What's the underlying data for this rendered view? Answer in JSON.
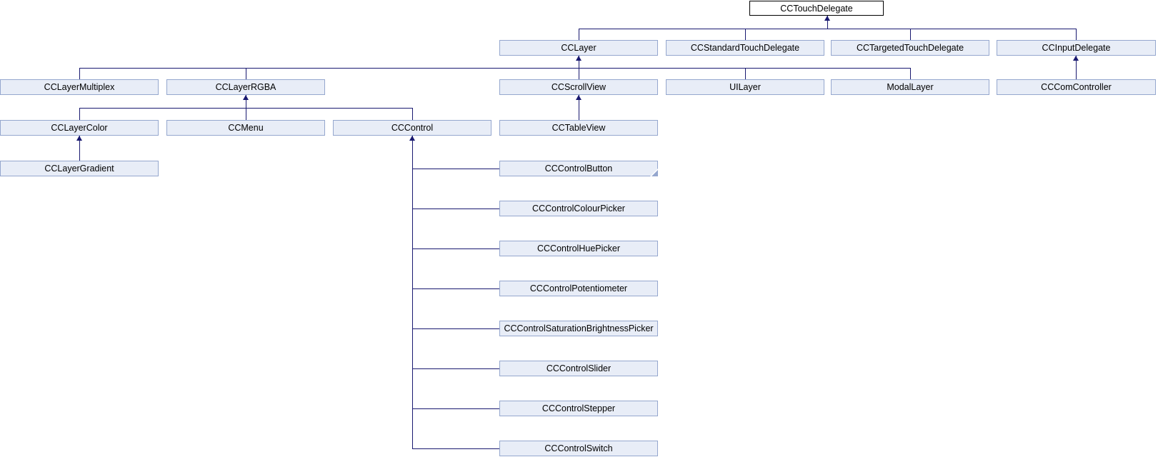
{
  "diagram": {
    "kind": "class-inheritance-graph",
    "colors": {
      "background": "#FFFFFF",
      "node_fill": "#E8EDF7",
      "node_border": "#95A7CE",
      "root_node_fill": "#FFFFFF",
      "root_node_border": "#000000",
      "edge": "#191970",
      "text": "#000000"
    },
    "nodes": {
      "ccTouchDelegate": {
        "label": "CCTouchDelegate"
      },
      "ccLayer": {
        "label": "CCLayer"
      },
      "ccStandardTouchDelegate": {
        "label": "CCStandardTouchDelegate"
      },
      "ccTargetedTouchDelegate": {
        "label": "CCTargetedTouchDelegate"
      },
      "ccInputDelegate": {
        "label": "CCInputDelegate"
      },
      "ccLayerMultiplex": {
        "label": "CCLayerMultiplex"
      },
      "ccLayerRGBA": {
        "label": "CCLayerRGBA"
      },
      "ccScrollView": {
        "label": "CCScrollView"
      },
      "uiLayer": {
        "label": "UILayer"
      },
      "modalLayer": {
        "label": "ModalLayer"
      },
      "ccComController": {
        "label": "CCComController"
      },
      "ccLayerColor": {
        "label": "CCLayerColor"
      },
      "ccMenu": {
        "label": "CCMenu"
      },
      "ccControl": {
        "label": "CCControl"
      },
      "ccTableView": {
        "label": "CCTableView"
      },
      "ccLayerGradient": {
        "label": "CCLayerGradient"
      },
      "ccControlButton": {
        "label": "CCControlButton",
        "truncated": true
      },
      "ccControlColourPicker": {
        "label": "CCControlColourPicker"
      },
      "ccControlHuePicker": {
        "label": "CCControlHuePicker"
      },
      "ccControlPotentiometer": {
        "label": "CCControlPotentiometer"
      },
      "ccControlSaturationBrightnessPicker": {
        "label": "CCControlSaturationBrightnessPicker"
      },
      "ccControlSlider": {
        "label": "CCControlSlider"
      },
      "ccControlStepper": {
        "label": "CCControlStepper"
      },
      "ccControlSwitch": {
        "label": "CCControlSwitch"
      }
    },
    "edges": [
      {
        "child": "CCLayer",
        "parent": "CCTouchDelegate"
      },
      {
        "child": "CCStandardTouchDelegate",
        "parent": "CCTouchDelegate"
      },
      {
        "child": "CCTargetedTouchDelegate",
        "parent": "CCTouchDelegate"
      },
      {
        "child": "CCInputDelegate",
        "parent": "CCTouchDelegate"
      },
      {
        "child": "CCLayerMultiplex",
        "parent": "CCLayer"
      },
      {
        "child": "CCLayerRGBA",
        "parent": "CCLayer"
      },
      {
        "child": "CCScrollView",
        "parent": "CCLayer"
      },
      {
        "child": "UILayer",
        "parent": "CCLayer"
      },
      {
        "child": "ModalLayer",
        "parent": "CCLayer"
      },
      {
        "child": "CCComController",
        "parent": "CCInputDelegate"
      },
      {
        "child": "CCLayerColor",
        "parent": "CCLayerRGBA"
      },
      {
        "child": "CCMenu",
        "parent": "CCLayerRGBA"
      },
      {
        "child": "CCControl",
        "parent": "CCLayerRGBA"
      },
      {
        "child": "CCTableView",
        "parent": "CCScrollView"
      },
      {
        "child": "CCLayerGradient",
        "parent": "CCLayerColor"
      },
      {
        "child": "CCControlButton",
        "parent": "CCControl"
      },
      {
        "child": "CCControlColourPicker",
        "parent": "CCControl"
      },
      {
        "child": "CCControlHuePicker",
        "parent": "CCControl"
      },
      {
        "child": "CCControlPotentiometer",
        "parent": "CCControl"
      },
      {
        "child": "CCControlSaturationBrightnessPicker",
        "parent": "CCControl"
      },
      {
        "child": "CCControlSlider",
        "parent": "CCControl"
      },
      {
        "child": "CCControlStepper",
        "parent": "CCControl"
      },
      {
        "child": "CCControlSwitch",
        "parent": "CCControl"
      }
    ]
  }
}
